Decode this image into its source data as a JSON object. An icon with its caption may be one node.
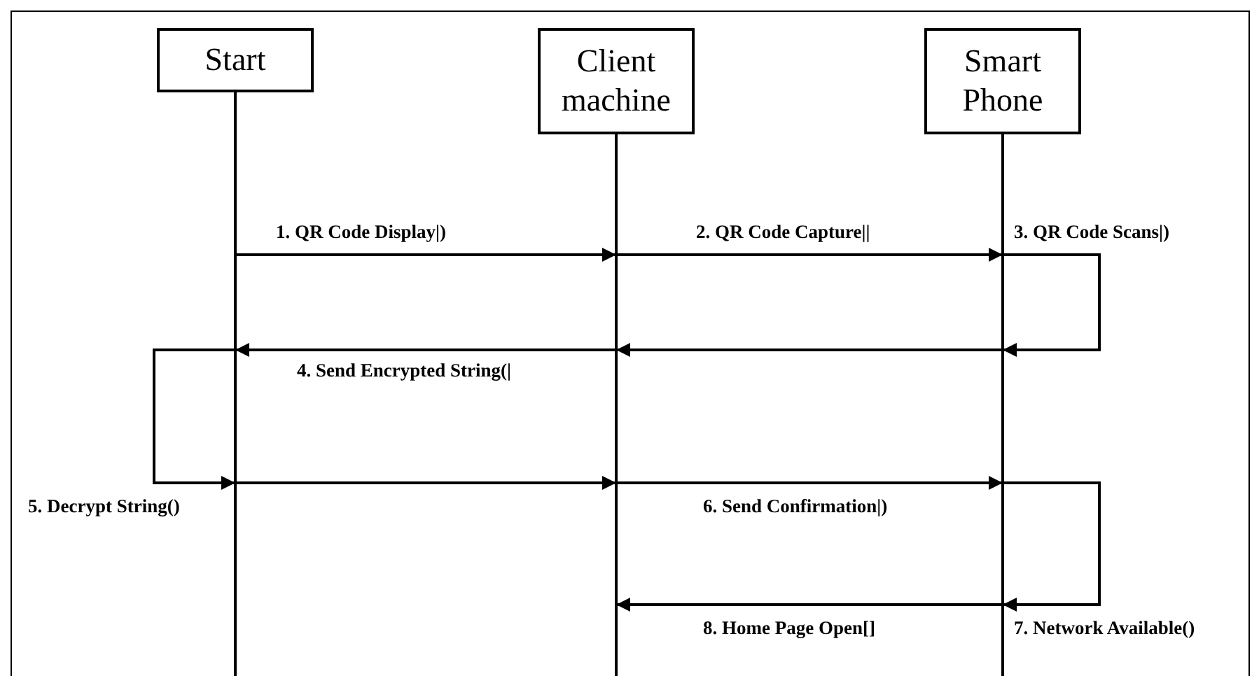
{
  "diagram": {
    "nodes": [
      {
        "text": [
          "Start"
        ]
      },
      {
        "text": [
          "Client machine"
        ]
      },
      {
        "text": [
          "Smart Phone"
        ]
      }
    ],
    "edges": [
      {
        "from": 0,
        "to": 1,
        "arrow": "to",
        "label": "1. QR Code Display|)"
      },
      {
        "from": 1,
        "to": 2,
        "arrow": "to",
        "label": "2. QR Code Capture||"
      },
      {
        "from": 2,
        "to": 2,
        "arrow": "to",
        "label": "3. QR Code Scans|)"
      },
      {
        "from": 2,
        "to": 1,
        "arrow": "to"
      },
      {
        "from": 1,
        "to": 0,
        "arrow": "to",
        "label": "4. Send Encrypted String(|"
      },
      {
        "from": 0,
        "to": 0,
        "arrow": "to",
        "label": "5. Decrypt String()"
      },
      {
        "from": 0,
        "to": 1,
        "arrow": "to"
      },
      {
        "from": 1,
        "to": 2,
        "arrow": "to",
        "label": "6. Send Confirmation|)"
      },
      {
        "from": 2,
        "to": 2,
        "arrow": "to",
        "label": "7. Network Available()"
      },
      {
        "from": 2,
        "to": 1,
        "arrow": "to",
        "label": "8. Home Page Open[]"
      }
    ]
  }
}
